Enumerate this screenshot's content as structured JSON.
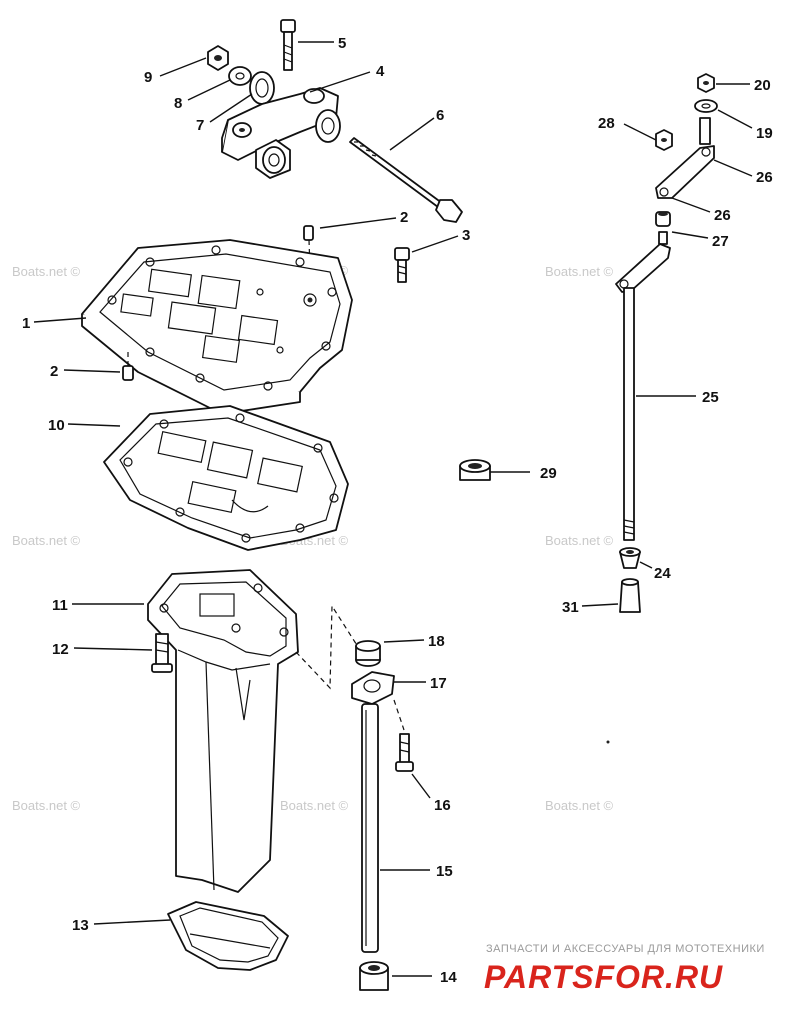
{
  "watermark_text": "Boats.net ©",
  "footer": {
    "tagline": "ЗАПЧАСТИ И АКСЕССУАРЫ ДЛЯ МОТОТЕХНИКИ",
    "brand": "PARTSFOR.RU",
    "brand_color": "#d9241c"
  },
  "callouts": {
    "p1": "1",
    "p2a": "2",
    "p2b": "2",
    "p3": "3",
    "p4": "4",
    "p5": "5",
    "p6": "6",
    "p7": "7",
    "p8": "8",
    "p9": "9",
    "p10": "10",
    "p11": "11",
    "p12": "12",
    "p13": "13",
    "p14": "14",
    "p15": "15",
    "p16": "16",
    "p17": "17",
    "p18": "18",
    "p19": "19",
    "p20": "20",
    "p24": "24",
    "p25": "25",
    "p26a": "26",
    "p26b": "26",
    "p27": "27",
    "p28": "28",
    "p29": "29",
    "p31": "31"
  }
}
